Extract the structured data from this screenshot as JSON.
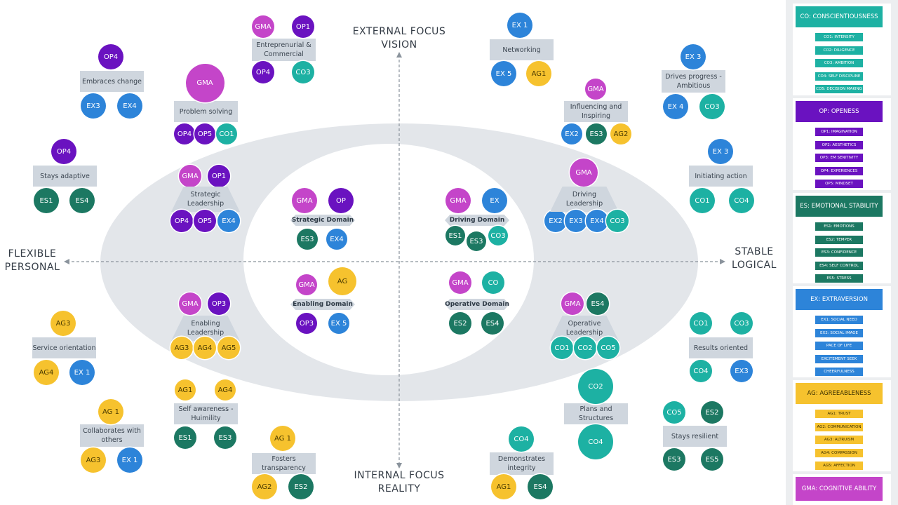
{
  "colors": {
    "GMA": "#c445c9",
    "OP": "#6a12c0",
    "CO": "#1db1a3",
    "ES": "#1c7862",
    "EX": "#2d84d9",
    "AG": "#f6c22e",
    "label_bg": "#cfd6de",
    "outer_ellipse": "#e3e6ea"
  },
  "axes": {
    "top": "EXTERNAL FOCUS\nVISION",
    "bottom": "INTERNAL FOCUS\nREALITY",
    "left": "FLEXIBLE\nPERSONAL",
    "right": "STABLE\nLOGICAL"
  },
  "domains": [
    {
      "label": "Strategic Domain",
      "circles": [
        {
          "t": "GMA",
          "c": "GMA"
        },
        {
          "t": "OP",
          "c": "OP"
        },
        {
          "t": "ES3",
          "c": "ES"
        },
        {
          "t": "EX4",
          "c": "EX"
        }
      ]
    },
    {
      "label": "Driving Domain",
      "circles": [
        {
          "t": "GMA",
          "c": "GMA"
        },
        {
          "t": "EX",
          "c": "EX"
        },
        {
          "t": "ES1",
          "c": "ES"
        },
        {
          "t": "ES3",
          "c": "ES"
        },
        {
          "t": "CO3",
          "c": "CO"
        }
      ]
    },
    {
      "label": "Enabling Domain",
      "circles": [
        {
          "t": "GMA",
          "c": "GMA"
        },
        {
          "t": "AG",
          "c": "AG"
        },
        {
          "t": "OP3",
          "c": "OP"
        },
        {
          "t": "EX 5",
          "c": "EX"
        }
      ]
    },
    {
      "label": "Operative Domain",
      "circles": [
        {
          "t": "GMA",
          "c": "GMA"
        },
        {
          "t": "CO",
          "c": "CO"
        },
        {
          "t": "ES2",
          "c": "ES"
        },
        {
          "t": "ES4",
          "c": "ES"
        }
      ]
    }
  ],
  "leaderships": [
    {
      "label": "Strategic\nLeadership",
      "circles": [
        {
          "t": "GMA",
          "c": "GMA"
        },
        {
          "t": "OP1",
          "c": "OP"
        },
        {
          "t": "OP4",
          "c": "OP"
        },
        {
          "t": "OP5",
          "c": "OP"
        },
        {
          "t": "EX4",
          "c": "EX"
        }
      ]
    },
    {
      "label": "Driving\nLeadership",
      "circles": [
        {
          "t": "GMA",
          "c": "GMA"
        },
        {
          "t": "EX2",
          "c": "EX"
        },
        {
          "t": "EX3",
          "c": "EX"
        },
        {
          "t": "EX4",
          "c": "EX"
        },
        {
          "t": "CO3",
          "c": "CO"
        }
      ]
    },
    {
      "label": "Enabling\nLeadership",
      "circles": [
        {
          "t": "GMA",
          "c": "GMA"
        },
        {
          "t": "OP3",
          "c": "OP"
        },
        {
          "t": "AG3",
          "c": "AG"
        },
        {
          "t": "AG4",
          "c": "AG"
        },
        {
          "t": "AG5",
          "c": "AG"
        }
      ]
    },
    {
      "label": "Operative\nLeadership",
      "circles": [
        {
          "t": "GMA",
          "c": "GMA"
        },
        {
          "t": "ES4",
          "c": "ES"
        },
        {
          "t": "CO1",
          "c": "CO"
        },
        {
          "t": "CO2",
          "c": "CO"
        },
        {
          "t": "CO5",
          "c": "CO"
        }
      ]
    }
  ],
  "competencies": [
    {
      "label": "Embraces change",
      "circles": [
        {
          "t": "OP4",
          "c": "OP"
        },
        {
          "t": "EX3",
          "c": "EX"
        },
        {
          "t": "EX4",
          "c": "EX"
        }
      ]
    },
    {
      "label": "Problem solving",
      "circles": [
        {
          "t": "GMA",
          "c": "GMA"
        },
        {
          "t": "OP4",
          "c": "OP"
        },
        {
          "t": "OP5",
          "c": "OP"
        },
        {
          "t": "CO1",
          "c": "CO"
        }
      ]
    },
    {
      "label": "Entreprenurial &\nCommercial",
      "circles": [
        {
          "t": "GMA",
          "c": "GMA"
        },
        {
          "t": "OP1",
          "c": "OP"
        },
        {
          "t": "OP4",
          "c": "OP"
        },
        {
          "t": "CO3",
          "c": "CO"
        }
      ]
    },
    {
      "label": "Stays adaptive",
      "circles": [
        {
          "t": "OP4",
          "c": "OP"
        },
        {
          "t": "ES1",
          "c": "ES"
        },
        {
          "t": "ES4",
          "c": "ES"
        }
      ]
    },
    {
      "label": "Networking",
      "circles": [
        {
          "t": "EX 1",
          "c": "EX"
        },
        {
          "t": "EX 5",
          "c": "EX"
        },
        {
          "t": "AG1",
          "c": "AG"
        }
      ]
    },
    {
      "label": "Influencing and\nInspiring",
      "circles": [
        {
          "t": "GMA",
          "c": "GMA"
        },
        {
          "t": "EX2",
          "c": "EX"
        },
        {
          "t": "ES3",
          "c": "ES"
        },
        {
          "t": "AG2",
          "c": "AG"
        }
      ]
    },
    {
      "label": "Drives progress -\nAmbitious",
      "circles": [
        {
          "t": "EX 3",
          "c": "EX"
        },
        {
          "t": "EX 4",
          "c": "EX"
        },
        {
          "t": "CO3",
          "c": "CO"
        }
      ]
    },
    {
      "label": "Initiating action",
      "circles": [
        {
          "t": "EX 3",
          "c": "EX"
        },
        {
          "t": "CO1",
          "c": "CO"
        },
        {
          "t": "CO4",
          "c": "CO"
        }
      ]
    },
    {
      "label": "Service orientation",
      "circles": [
        {
          "t": "AG3",
          "c": "AG"
        },
        {
          "t": "AG4",
          "c": "AG"
        },
        {
          "t": "EX 1",
          "c": "EX"
        }
      ]
    },
    {
      "label": "Self awareness -\nHuimility",
      "circles": [
        {
          "t": "AG1",
          "c": "AG"
        },
        {
          "t": "AG4",
          "c": "AG"
        },
        {
          "t": "ES1",
          "c": "ES"
        },
        {
          "t": "ES3",
          "c": "ES"
        }
      ]
    },
    {
      "label": "Collaborates with\nothers",
      "circles": [
        {
          "t": "AG 1",
          "c": "AG"
        },
        {
          "t": "AG3",
          "c": "AG"
        },
        {
          "t": "EX 1",
          "c": "EX"
        }
      ]
    },
    {
      "label": "Fosters\ntransparency",
      "circles": [
        {
          "t": "AG 1",
          "c": "AG"
        },
        {
          "t": "AG2",
          "c": "AG"
        },
        {
          "t": "ES2",
          "c": "ES"
        }
      ]
    },
    {
      "label": "Results oriented",
      "circles": [
        {
          "t": "CO1",
          "c": "CO"
        },
        {
          "t": "CO3",
          "c": "CO"
        },
        {
          "t": "CO4",
          "c": "CO"
        },
        {
          "t": "EX3",
          "c": "EX"
        }
      ]
    },
    {
      "label": "Plans and\nStructures",
      "circles": [
        {
          "t": "CO2",
          "c": "CO"
        },
        {
          "t": "CO4",
          "c": "CO"
        }
      ]
    },
    {
      "label": "Stays resilient",
      "circles": [
        {
          "t": "CO5",
          "c": "CO"
        },
        {
          "t": "ES2",
          "c": "ES"
        },
        {
          "t": "ES3",
          "c": "ES"
        },
        {
          "t": "ES5",
          "c": "ES"
        }
      ]
    },
    {
      "label": "Demonstrates\nintegrity",
      "circles": [
        {
          "t": "CO4",
          "c": "CO"
        },
        {
          "t": "AG1",
          "c": "AG"
        },
        {
          "t": "ES4",
          "c": "ES"
        }
      ]
    }
  ],
  "legend": [
    {
      "title": "CO: CONSCIENTIOUSNESS",
      "c": "CO",
      "tc": "#ffffff",
      "items": [
        "CO1: INTENSITY",
        "CO2: DILIGENCE",
        "CO3: AMBITION",
        "CO4: SELF DISCIPLINE",
        "CO5: DECISION MAKING"
      ]
    },
    {
      "title": "OP: OPENESS",
      "c": "OP",
      "tc": "#ffffff",
      "items": [
        "OP1: IMAGINATION",
        "OP2: AESTHETICS",
        "OP3: EM SENITIVITY",
        "OP4: EXPERIENCES",
        "OP5: MINDSET"
      ]
    },
    {
      "title": "ES: EMOTIONAL STABILITY",
      "c": "ES",
      "tc": "#ffffff",
      "items": [
        "ES1: EMOTIONS",
        "ES2: TEMPER",
        "ES3: CONFIDENCE",
        "ES4: SELF CONTROL",
        "ES5: STRESS"
      ]
    },
    {
      "title": "EX: EXTRAVERSION",
      "c": "EX",
      "tc": "#ffffff",
      "items": [
        "EX1: SOCIAL NEED",
        "EX2: SOCIAL IMAGE",
        "PACE OF LIFE",
        "EXCITEMENT SEEK",
        "CHEERFULNESS"
      ]
    },
    {
      "title": "AG: AGREEABLENESS",
      "c": "AG",
      "tc": "#3b3000",
      "items": [
        "AG1: TRUST",
        "AG2: COMMUNICATION",
        "AG3: ALTRUISM",
        "AG4: COMPASSION",
        "AG5: AFFECTION"
      ]
    },
    {
      "title": "GMA: COGNITIVE ABILITY",
      "c": "GMA",
      "tc": "#ffffff",
      "items": []
    }
  ]
}
